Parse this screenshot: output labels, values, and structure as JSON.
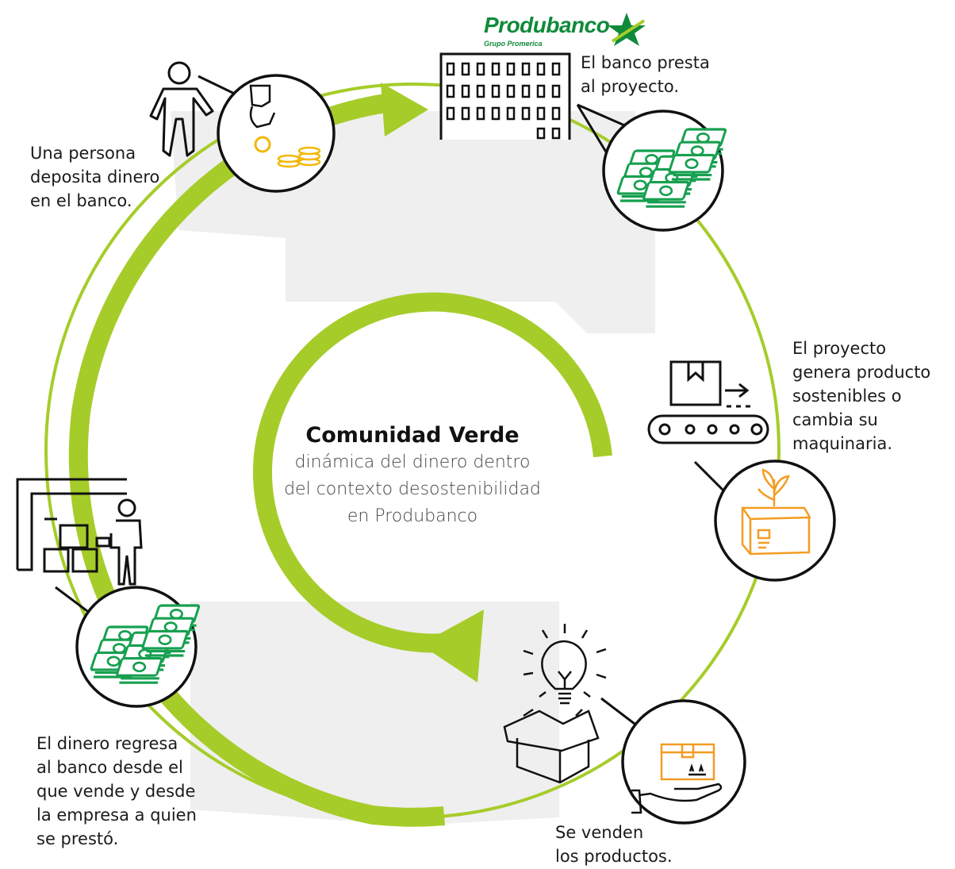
{
  "center": {
    "title": "Comunidad Verde",
    "subtitle_lines": [
      "dinámica del dinero dentro",
      "del contexto desostenibilidad",
      "en Produbanco"
    ]
  },
  "brand": {
    "name": "Produbanco",
    "group": "Grupo Promerica"
  },
  "steps": [
    {
      "id": "deposit",
      "lines": [
        "Una persona",
        "deposita dinero",
        "en el banco."
      ],
      "icons": [
        "person-icon",
        "coin-drop-icon",
        "coins-stack-icon"
      ]
    },
    {
      "id": "loan",
      "lines": [
        "El banco presta",
        "al proyecto."
      ],
      "icons": [
        "bank-building-icon",
        "money-stack-icon",
        "produbanco-star-icon"
      ]
    },
    {
      "id": "produce",
      "lines": [
        "El proyecto",
        "genera producto",
        "sostenibles o",
        "cambia su",
        "maquinaria."
      ],
      "icons": [
        "conveyor-icon",
        "eco-box-icon"
      ]
    },
    {
      "id": "sell",
      "lines": [
        "Se venden",
        "los productos."
      ],
      "icons": [
        "lightbulb-icon",
        "open-box-icon",
        "hand-package-icon"
      ]
    },
    {
      "id": "return",
      "lines": [
        "El dinero regresa",
        "al banco desde el",
        "que vende y desde",
        "la empresa a quien",
        "se prestó."
      ],
      "icons": [
        "warehouse-worker-icon",
        "money-stack-icon"
      ]
    }
  ],
  "colors": {
    "accent_green": "#a6cc2a",
    "bill_green": "#17a050",
    "logo_green": "#0f8a3a",
    "orange": "#f39c22",
    "coin_gold": "#f2b705",
    "gray_band": "#efefef",
    "outline": "#111111"
  }
}
